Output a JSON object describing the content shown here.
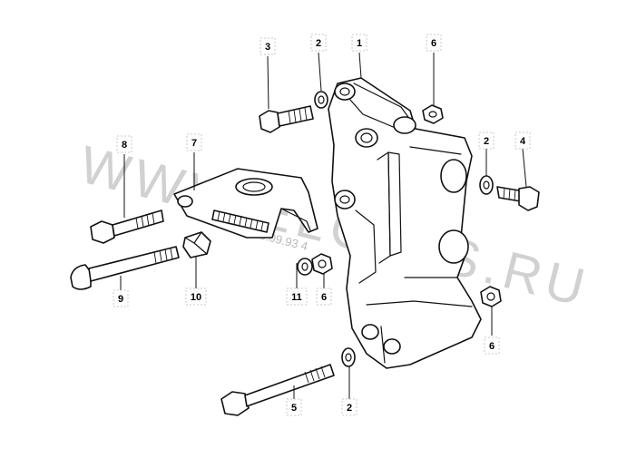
{
  "watermark": "WWW.ELCATS.RU",
  "diagram_code": "23.09.93 4",
  "callouts": {
    "c1": "1",
    "c2a": "2",
    "c2b": "2",
    "c2c": "2",
    "c3": "3",
    "c4": "4",
    "c5": "5",
    "c6a": "6",
    "c6b": "6",
    "c6c": "6",
    "c7": "7",
    "c8": "8",
    "c9": "9",
    "c10": "10",
    "c11": "11"
  }
}
